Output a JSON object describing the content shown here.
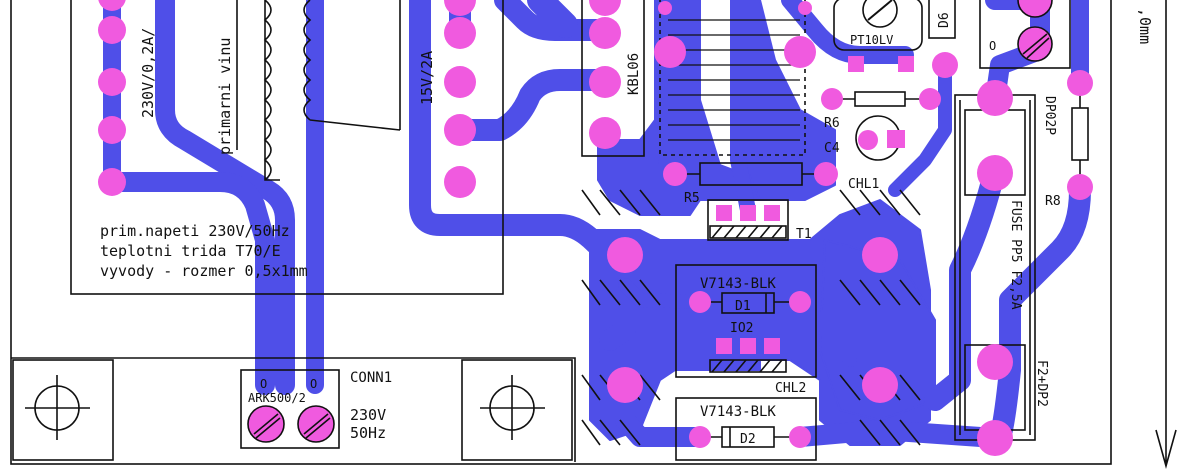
{
  "colors": {
    "copper": "#4f4fe8",
    "pad": "#f05adf",
    "silkscreen": "#111111",
    "background": "#ffffff"
  },
  "transformer": {
    "secondary_rating": "230V/0,2A/",
    "primary_label": "primarni vinu",
    "secondary_label": "15V/2A",
    "spec_line1": "prim.napeti 230V/50Hz",
    "spec_line2": "teplotni trida T70/E",
    "spec_line3": "vyvody - rozmer 0,5x1mm"
  },
  "components": {
    "bridge": "KBL06",
    "trimmer": "PT10LV",
    "diode_d6": "D6",
    "resistor_r6": "R6",
    "capacitor_c4": "C4",
    "heatsink_chl1": "CHL1",
    "resistor_r5": "R5",
    "transistor_t1": "T1",
    "heatsink_v7143_top": "V7143-BLK",
    "diode_d1": "D1",
    "regulator_io2": "IO2",
    "heatsink_chl2": "CHL2",
    "heatsink_v7143_bottom": "V7143-BLK",
    "diode_d2": "D2",
    "fuse_holder_top": "DP02P",
    "resistor_r8": "R8",
    "fuse_label": "FUSE PP5 F2,5A",
    "fuse_holder_bottom": "F2+DP2",
    "connector_name": "CONN1",
    "connector_type": "ARK500/2",
    "connector_voltage": "230V",
    "connector_freq": "50Hz",
    "connector_pin_mark_1": "O",
    "connector_pin_mark_2": "O",
    "top_terminal_mark": "O"
  },
  "dimension": {
    "label": ",0mm"
  }
}
